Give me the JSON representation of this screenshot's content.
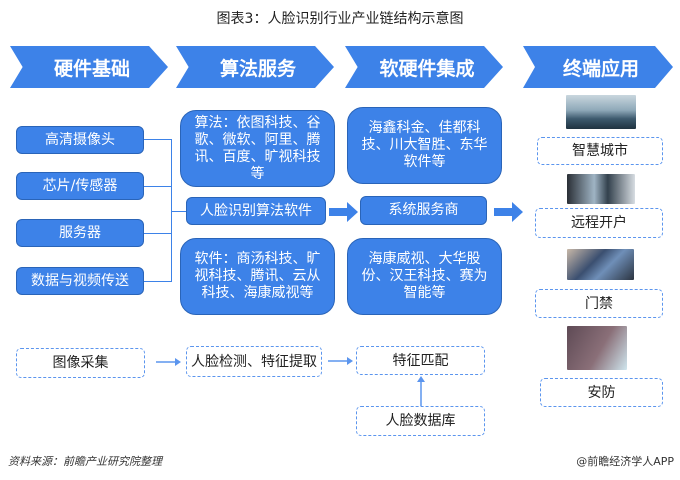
{
  "title": "图表3：人脸识别行业产业链结构示意图",
  "stages": [
    "硬件基础",
    "算法服务",
    "软硬件集成",
    "终端应用"
  ],
  "hardware": [
    "高清摄像头",
    "芯片/传感器",
    "服务器",
    "数据与视频传送"
  ],
  "algorithm": {
    "top": "算法：依图科技、谷歌、微软、阿里、腾讯、百度、旷视科技等",
    "middle": "人脸识别算法软件",
    "bottom": "软件：商汤科技、旷视科技、腾讯、云从科技、海康威视等"
  },
  "integration": {
    "top": "海鑫科金、佳都科技、川大智胜、东华软件等",
    "middle": "系统服务商",
    "bottom": "海康威视、大华股份、汉王科技、赛为智能等"
  },
  "applications": [
    "智慧城市",
    "远程开户",
    "门禁",
    "安防"
  ],
  "process": {
    "step1": "图像采集",
    "step2": "人脸检测、特征提取",
    "step3": "特征匹配",
    "database": "人脸数据库"
  },
  "footer": {
    "source": "资料来源：前瞻产业研究院整理",
    "brand": "@前瞻经济学人APP"
  }
}
